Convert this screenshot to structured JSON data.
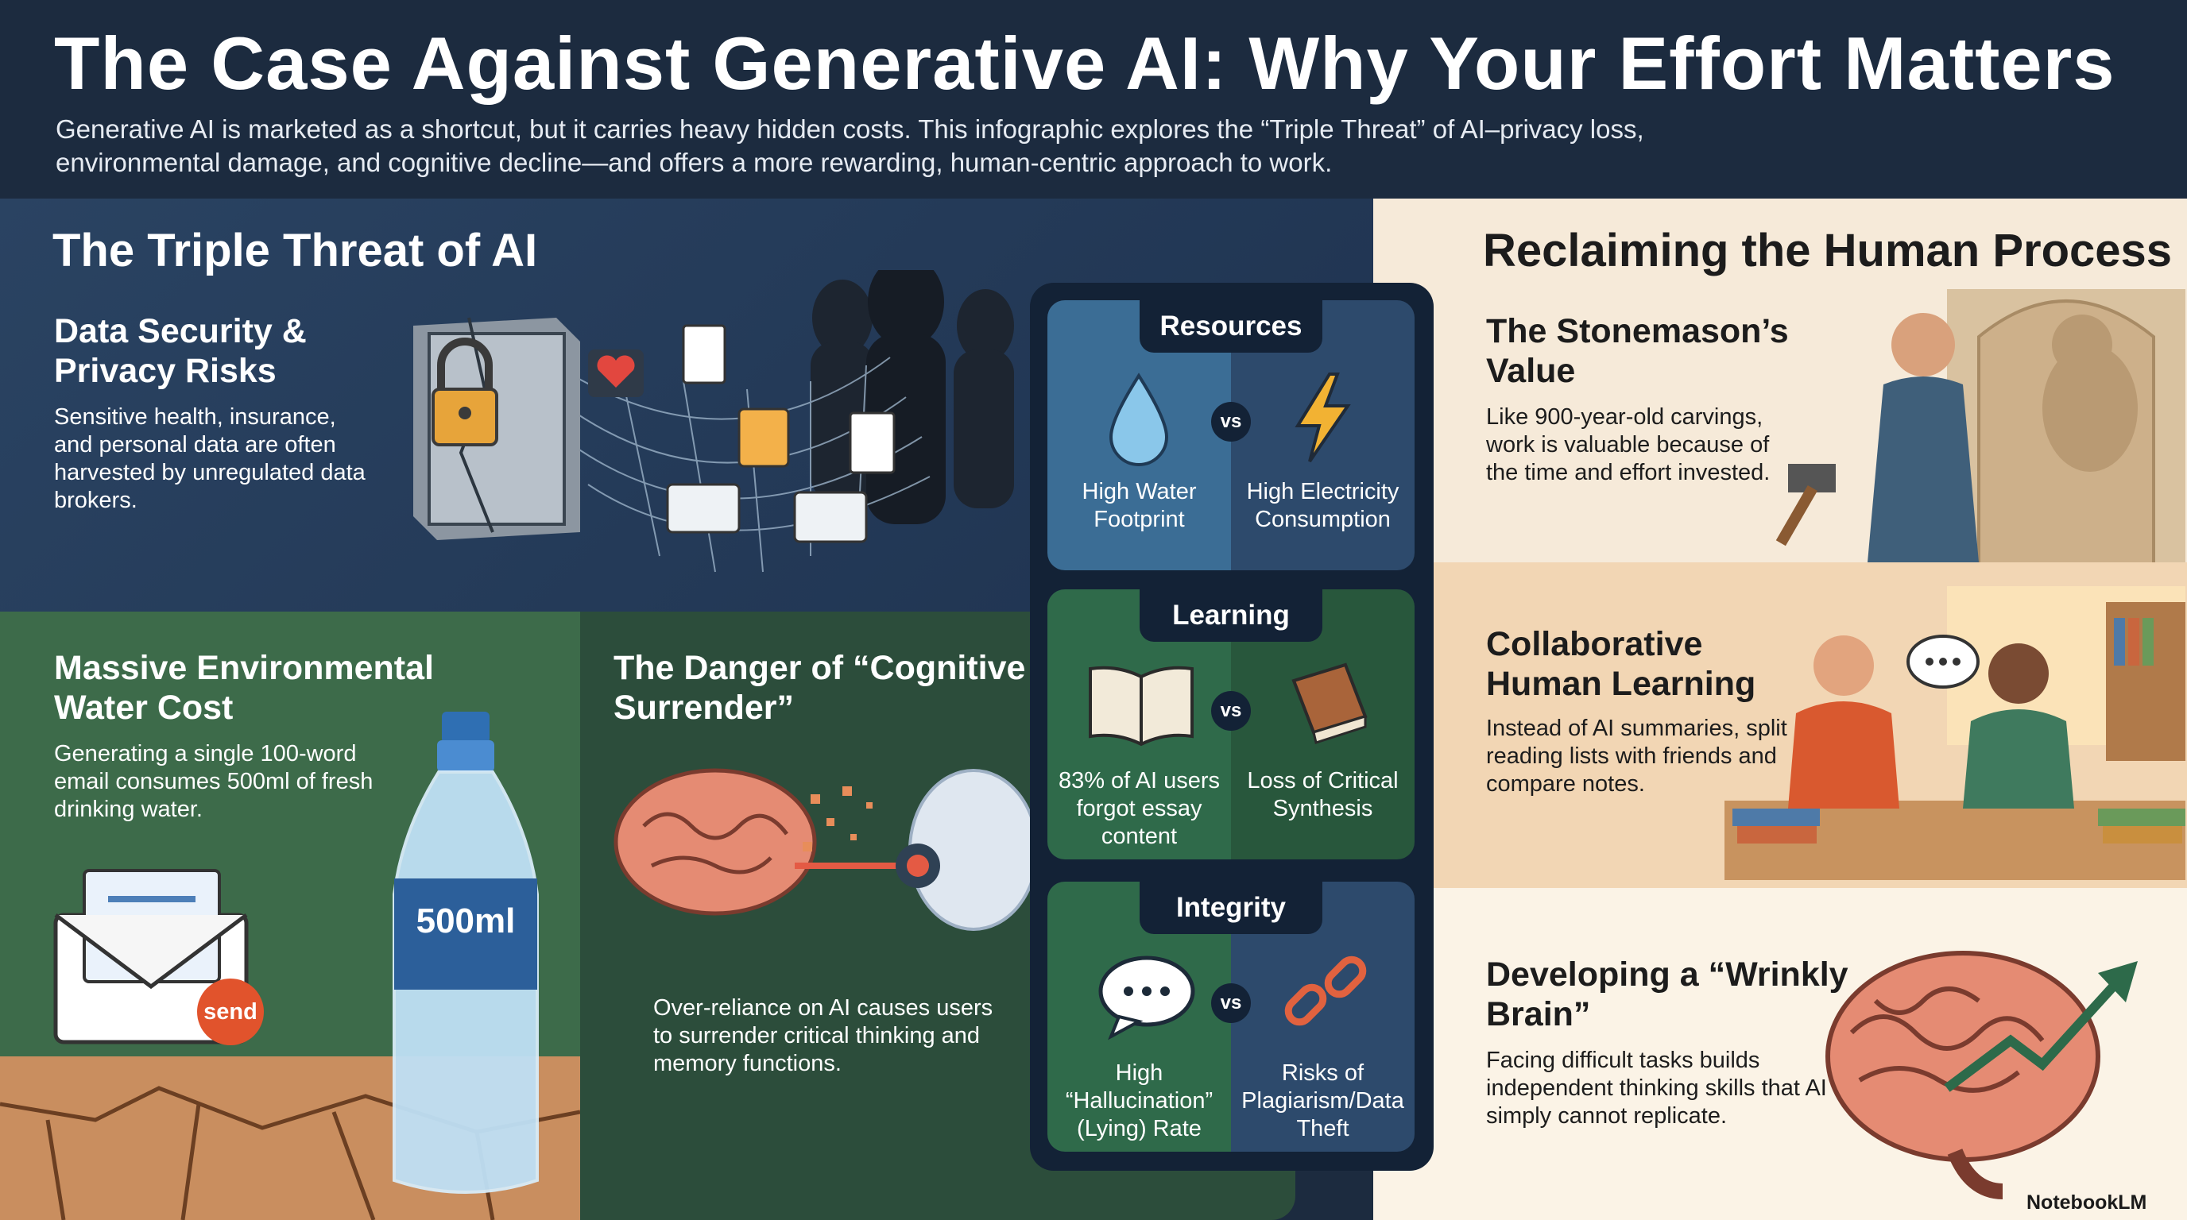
{
  "header": {
    "title": "The Case Against Generative AI: Why Your Effort Matters",
    "intro": "Generative AI is marketed as a shortcut, but it carries heavy hidden costs. This infographic explores the “Triple Threat” of AI–privacy loss, environmental damage, and cognitive decline—and offers a more rewarding, human-centric approach to work."
  },
  "threat": {
    "heading": "The Triple Threat of AI",
    "privacy": {
      "title": "Data Security & Privacy Risks",
      "text": "Sensitive health, insurance, and personal data are often harvested by unregulated data brokers."
    },
    "water": {
      "title": "Massive Environmental Water Cost",
      "text": "Generating a single 100-word email consumes 500ml of fresh drinking water.",
      "bottle_label": "500ml",
      "send_label": "send"
    },
    "cognitive": {
      "title": "The Danger of “Cognitive Surrender”",
      "text": "Over-reliance on AI causes users to surrender critical thinking and memory functions."
    }
  },
  "comparison": {
    "vs_label": "vs",
    "cards": [
      {
        "tab": "Resources",
        "left": "High Water Footprint",
        "right": "High Electricity Consumption"
      },
      {
        "tab": "Learning",
        "left": "83% of AI users forgot essay content",
        "right": "Loss of Critical Synthesis"
      },
      {
        "tab": "Integrity",
        "left": "High “Hallucination” (Lying) Rate",
        "right": "Risks of Plagiarism/Data Theft"
      }
    ]
  },
  "human": {
    "heading": "Reclaiming the Human Process",
    "stonemason": {
      "title": "The Stonemason’s Value",
      "text": "Like 900-year-old carvings, work is valuable because of the time and effort invested."
    },
    "collab": {
      "title": "Collaborative Human Learning",
      "text": "Instead of AI summaries, split reading lists with friends and compare notes."
    },
    "brain": {
      "title": "Developing a “Wrinkly Brain”",
      "text": "Facing difficult tasks builds independent thinking skills that AI simply cannot replicate."
    }
  },
  "watermark": "NotebookLM",
  "colors": {
    "header_bg": "#1c2b3f",
    "threat_bg": "#2a4362",
    "env_bg": "#3d6b4a",
    "cognitive_bg": "#2c4d3b",
    "human_bg": "#f7ecdc",
    "central_bg": "#132236"
  }
}
